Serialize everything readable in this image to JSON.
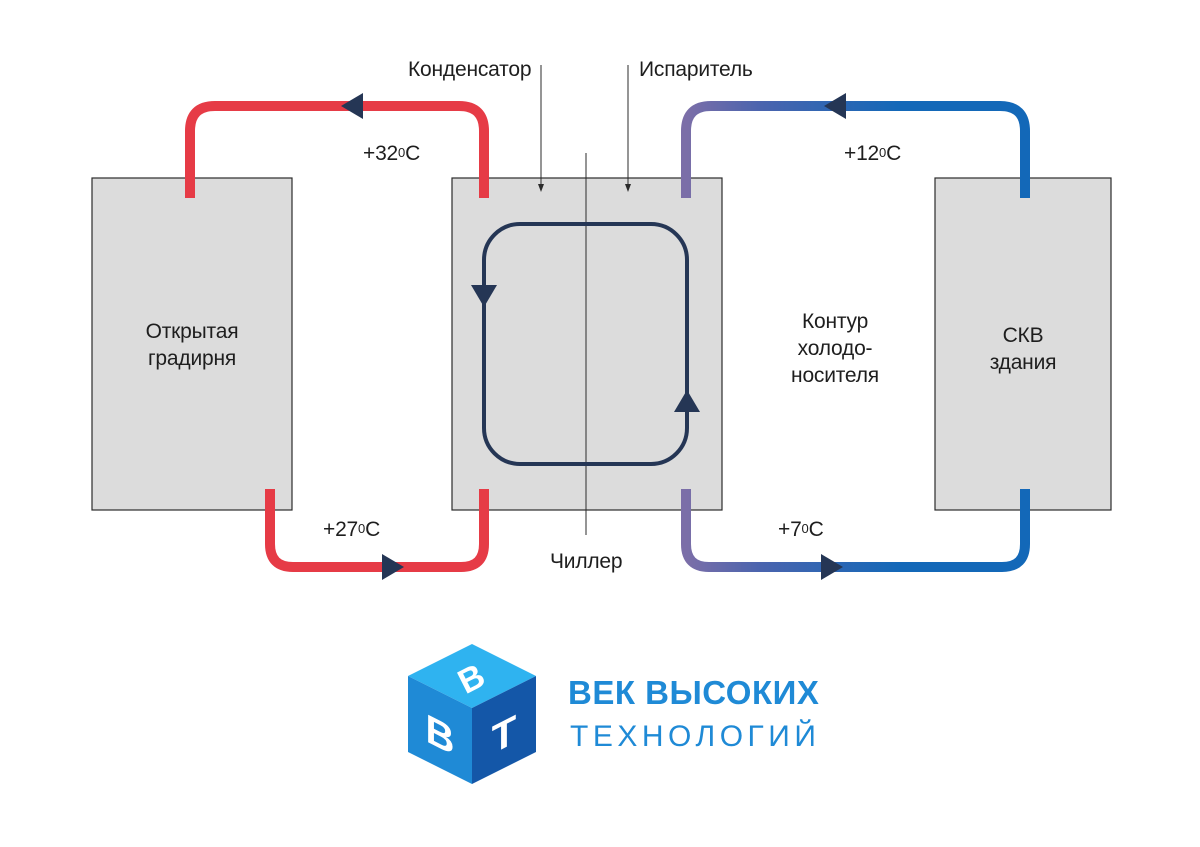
{
  "labels": {
    "condenser": "Конденсатор",
    "evaporator": "Испаритель",
    "chiller": "Чиллер",
    "cooling_tower": "Открытая градирня",
    "coolant_loop": "Контур холодо- носителя",
    "building_hvac": "СКВ здания"
  },
  "cooling_tower_lines": [
    "Открытая",
    "градирня"
  ],
  "coolant_loop_lines": [
    "Контур",
    "холодо-",
    "носителя"
  ],
  "building_hvac_lines": [
    "СКВ",
    "здания"
  ],
  "temperatures": {
    "hot_out": {
      "value": "+32",
      "sup": "0",
      "unit": "C"
    },
    "hot_return": {
      "value": "+27",
      "sup": "0",
      "unit": "C"
    },
    "chilled_return": {
      "value": "+12",
      "sup": "0",
      "unit": "C"
    },
    "chilled_supply": {
      "value": "+7",
      "sup": "0",
      "unit": "C"
    }
  },
  "brand": {
    "line1": "ВЕК ВЫСОКИХ",
    "line2": "ТЕХНОЛОГИЙ",
    "logo_letters": [
      "В",
      "В",
      "Т"
    ]
  },
  "colors": {
    "hot_pipe": "#e63b46",
    "cold_pipe": "#1368b8",
    "mixed_pipe": "#7b6ea8",
    "refrigerant": "#253655",
    "box_fill": "#dcdcdc",
    "brand": "#1f8ad6"
  }
}
